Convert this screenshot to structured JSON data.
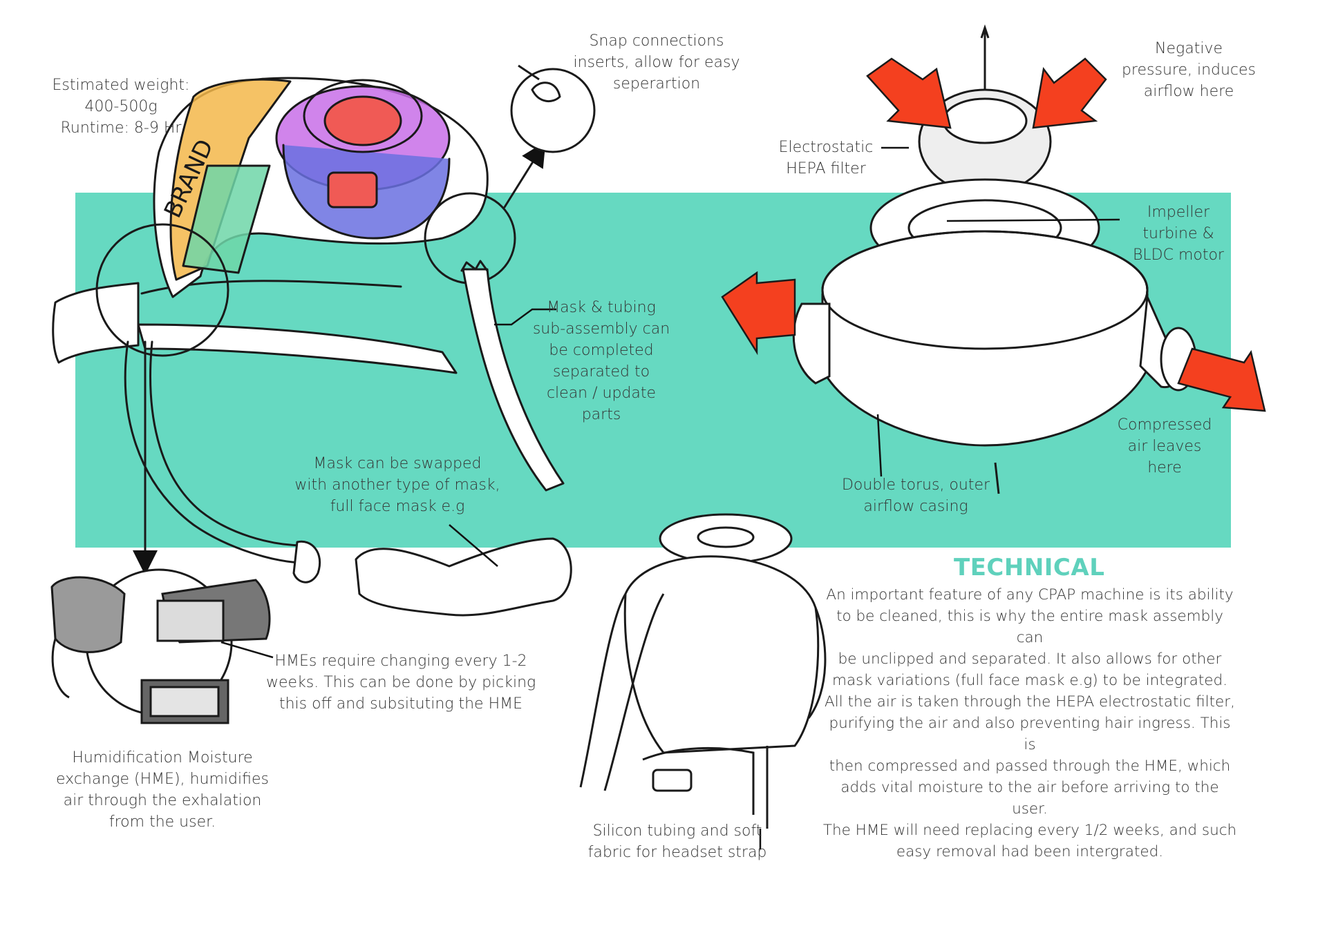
{
  "colors": {
    "band": "#66d9c1",
    "title": "#5fd1bc",
    "arrow": "#f4401f",
    "orange": "#f3b74a",
    "green": "#6fd6a8",
    "purple": "#c86ee8",
    "blue": "#6a70e0",
    "red": "#f05a55"
  },
  "brand_text": "BRAND",
  "labels": {
    "weight": [
      "Estimated weight:",
      "400-500g",
      "Runtime: 8-9 Hr"
    ],
    "snap": [
      "Snap connections",
      "inserts, allow for easy",
      "seperartion"
    ],
    "negative": [
      "Negative",
      "pressure, induces",
      "airflow here"
    ],
    "electrostatic": [
      "Electrostatic",
      "HEPA filter"
    ],
    "impeller": [
      "Impeller",
      "turbine &",
      "BLDC motor"
    ],
    "mask_tubing": [
      "Mask & tubing",
      "sub-assembly can",
      "be completed",
      "separated to",
      "clean / update",
      "parts"
    ],
    "compressed": [
      "Compressed",
      "air leaves",
      "here"
    ],
    "mask_swap": [
      "Mask can be swapped",
      "with another type of mask,",
      "full face mask e.g"
    ],
    "double_torus": [
      "Double torus, outer",
      "airflow casing"
    ],
    "hme_change": [
      "HMEs require changing every 1-2",
      "weeks. This can be done by picking",
      "this off and subsituting the HME"
    ],
    "humidification": [
      "Humidification Moisture",
      "exchange (HME), humidifies",
      "air through the exhalation",
      "from the user."
    ],
    "silicon": [
      "Silicon tubing and soft",
      "fabric for headset strap"
    ]
  },
  "technical": {
    "title": "TECHNICAL",
    "para1": [
      "An important feature of any CPAP machine is its ability",
      "to be cleaned, this is why the entire mask assembly can",
      "be unclipped and separated. It also allows for other",
      "mask variations (full face mask e.g) to be integrated."
    ],
    "para2": [
      "All the air is taken through the HEPA electrostatic filter,",
      "purifying the air and also preventing hair ingress. This is",
      "then compressed and passed through the HME, which",
      "adds vital moisture to the air before arriving to the user.",
      "The HME will need replacing every 1/2 weeks, and such",
      "easy removal had been intergrated."
    ]
  }
}
